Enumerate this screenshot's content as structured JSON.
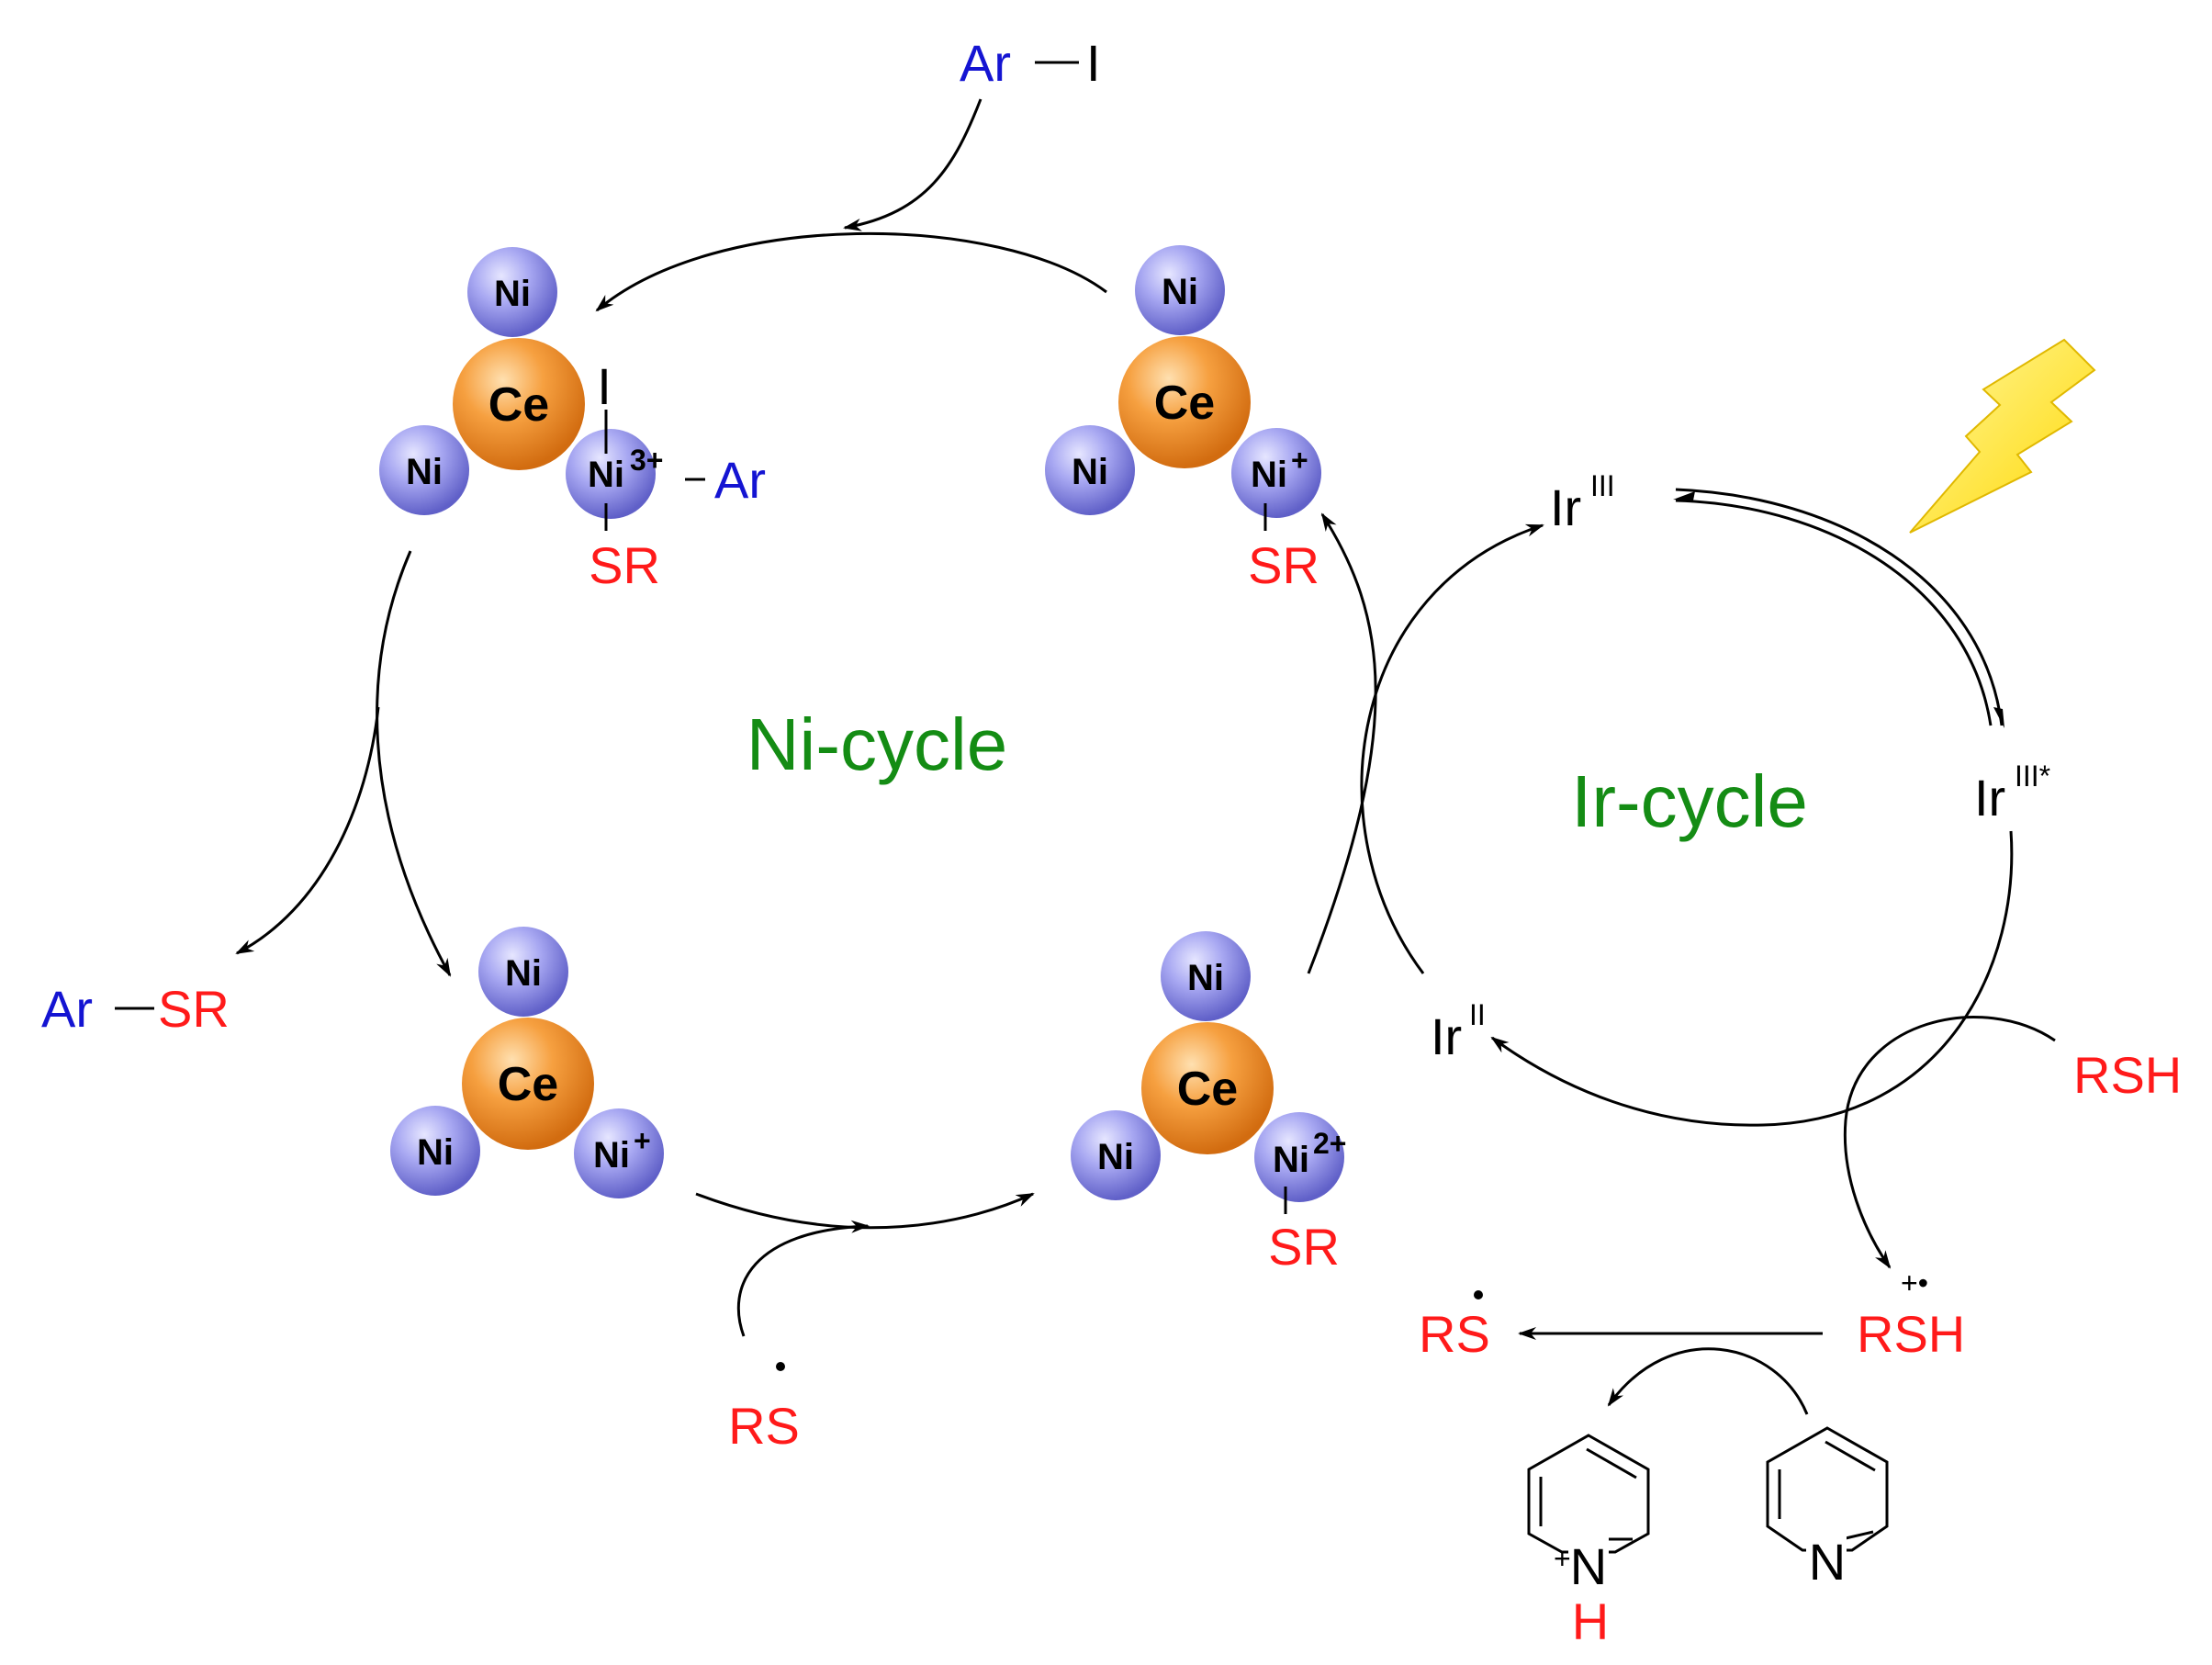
{
  "colors": {
    "aryl": "#1414d2",
    "thiol": "#ff1a1a",
    "cycle_label": "#148c14",
    "ni_ball": "#a9a9f0",
    "ce_ball": "#f4a53a",
    "lightning": "#ffe600"
  },
  "icons": {
    "light": "lightning-bolt-icon"
  },
  "labels": {
    "ni_cycle": "Ni-cycle",
    "ir_cycle": "Ir-cycle",
    "ni": "Ni",
    "ce": "Ce",
    "ar": "Ar",
    "iodine": "I",
    "sr": "SR",
    "rs": "RS",
    "rsh": "RSH",
    "ir": "Ir",
    "n": "N",
    "h": "H",
    "plus": "+",
    "ni_3plus_charge": "3+",
    "ni_plus_charge": "+",
    "ni_2plus_charge": "2+",
    "ir_III": "III",
    "ir_III_star": "III*",
    "ir_II": "II",
    "rsh_radical_cation": "+•"
  }
}
